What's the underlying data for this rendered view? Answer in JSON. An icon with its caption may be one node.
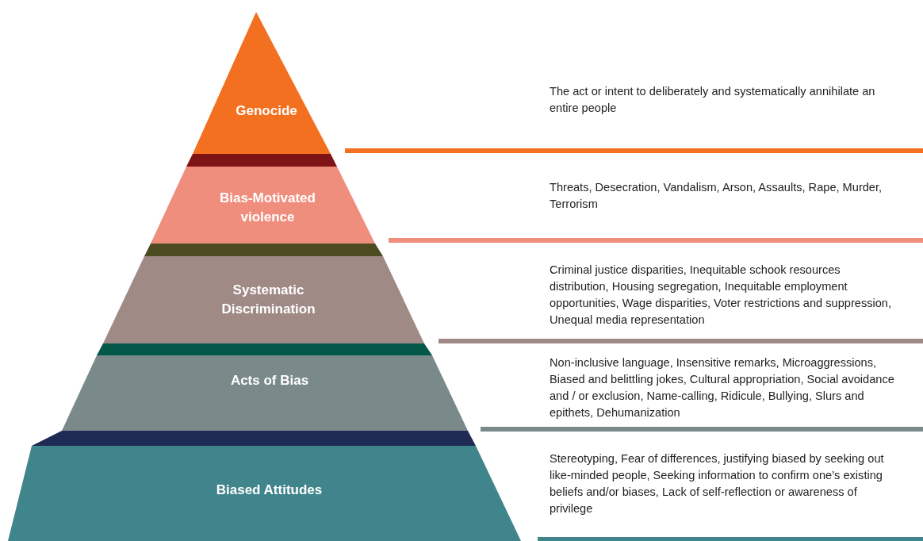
{
  "diagram": {
    "nodes": [
      {
        "text": [
          "Genocide"
        ]
      },
      {
        "text": [
          "Bias-Motivated violence"
        ]
      },
      {
        "text": [
          "Systematic Discrimination"
        ]
      },
      {
        "text": [
          "Acts of Bias"
        ]
      },
      {
        "text": [
          "Biased Attitudes"
        ]
      }
    ],
    "labels": [
      "The act or intent to deliberately and systematically annihilate an entire people",
      "Threats, Desecration, Vandalism, Arson, Assaults, Rape, Murder, Terrorism",
      "Criminal justice disparities, Inequitable schook resources distribution, Housing segregation, Inequitable employment opportunities, Wage disparities, Voter restrictions and suppression, Unequal media representation",
      "Non-inclusive language, Insensitive remarks, Microaggressions, Biased and belittling jokes, Cultural appropriation, Social avoidance and / or exclusion, Name-calling, Ridicule, Bullying, Slurs and epithets, Dehumanization",
      "Stereotyping, Fear of differences, justifying biased by seeking out like-minded people, Seeking information to confirm one’s existing beliefs and/or biases, Lack of self-reflection or awareness of privilege"
    ]
  }
}
